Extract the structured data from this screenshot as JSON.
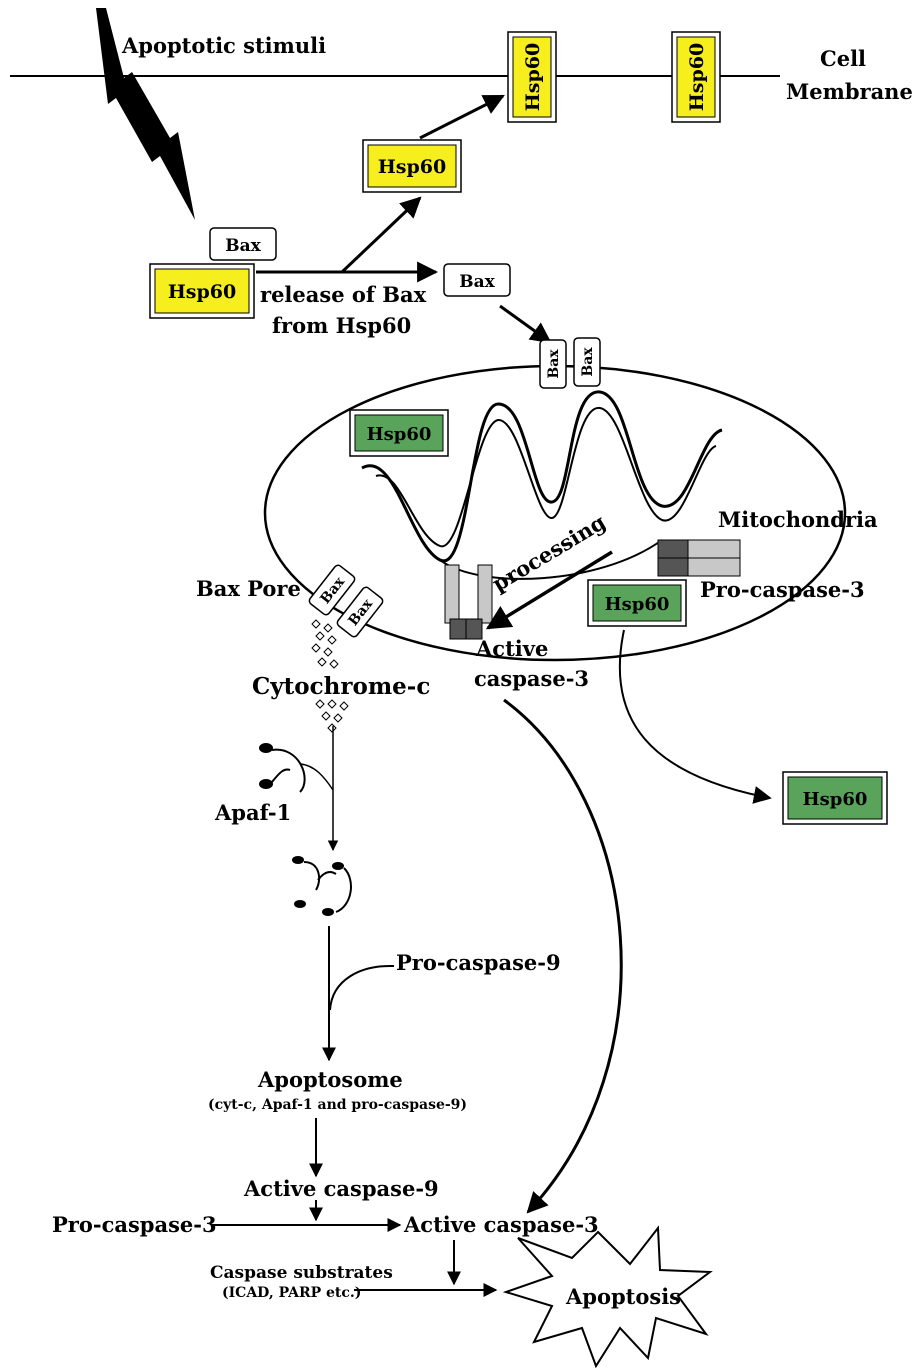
{
  "colors": {
    "hsp60_cytosolic_fill": "#f6ee1d",
    "hsp60_mito_fill": "#5aa35a",
    "stroke": "#000000",
    "caspase_dark": "#555555",
    "caspase_light": "#c8c8c8"
  },
  "labels": {
    "apoptotic_stimuli": "Apoptotic stimuli",
    "cell": "Cell",
    "membrane": "Membrane",
    "release_line1": "release of Bax",
    "release_line2": "from Hsp60",
    "mitochondria": "Mitochondria",
    "processing": "processing",
    "bax_pore": "Bax Pore",
    "pro_caspase3_mito": "Pro-caspase-3",
    "active_caspase3_mito_line1": "Active",
    "active_caspase3_mito_line2": "caspase-3",
    "cytochrome_c": "Cytochrome-c",
    "apaf1": "Apaf-1",
    "pro_caspase9": "Pro-caspase-9",
    "apoptosome": "Apoptosome",
    "apoptosome_sub": "(cyt-c, Apaf-1 and pro-caspase-9)",
    "active_caspase9": "Active caspase-9",
    "pro_caspase3_bottom": "Pro-caspase-3",
    "active_caspase3_bottom": "Active caspase-3",
    "caspase_substrates": "Caspase substrates",
    "caspase_substrates_sub": "(ICAD, PARP etc.)",
    "apoptosis": "Apoptosis"
  },
  "boxes": {
    "hsp60": "Hsp60",
    "bax": "Bax"
  }
}
